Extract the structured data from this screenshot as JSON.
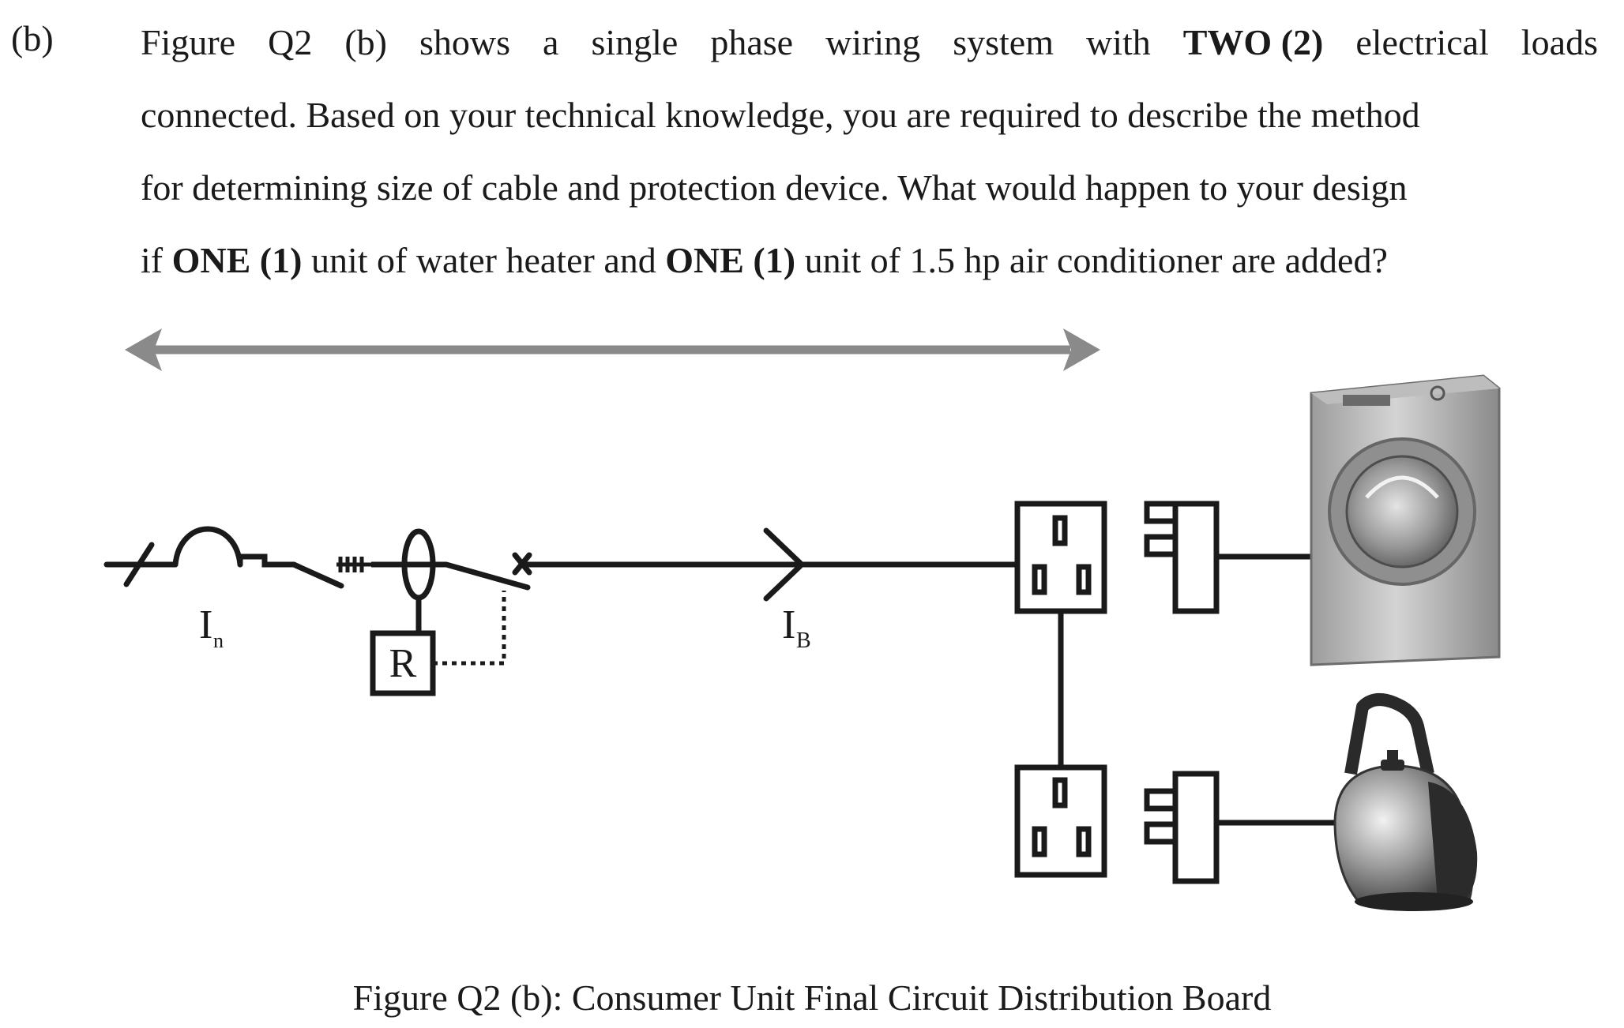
{
  "question": {
    "label": "(b)",
    "line1": {
      "words": [
        "Figure",
        "Q2",
        "(b)",
        "shows",
        "a",
        "single",
        "phase",
        "wiring",
        "system",
        "with"
      ],
      "bold": "TWO (2)",
      "tail_words": [
        "electrical",
        "loads"
      ]
    },
    "line2": "connected. Based on your technical knowledge, you are required to describe the method",
    "line3": "for determining size of cable and protection device. What would happen to your design",
    "line4": {
      "t1": "if ",
      "b1": "ONE (1)",
      "t2": " unit of water heater and ",
      "b2": "ONE (1)",
      "t3": " unit of 1.5 hp air conditioner are added?"
    }
  },
  "figure": {
    "labels": {
      "current_n_main": "I",
      "current_n_sub": "n",
      "current_b_main": "I",
      "current_b_sub": "B",
      "rcd": "R"
    },
    "appliance_icons": [
      "washing-machine-icon",
      "kettle-icon"
    ],
    "colors": {
      "arrow": "#8a8a8a",
      "line": "#1a1a1a"
    }
  },
  "caption": "Figure Q2 (b): Consumer Unit Final Circuit Distribution Board"
}
